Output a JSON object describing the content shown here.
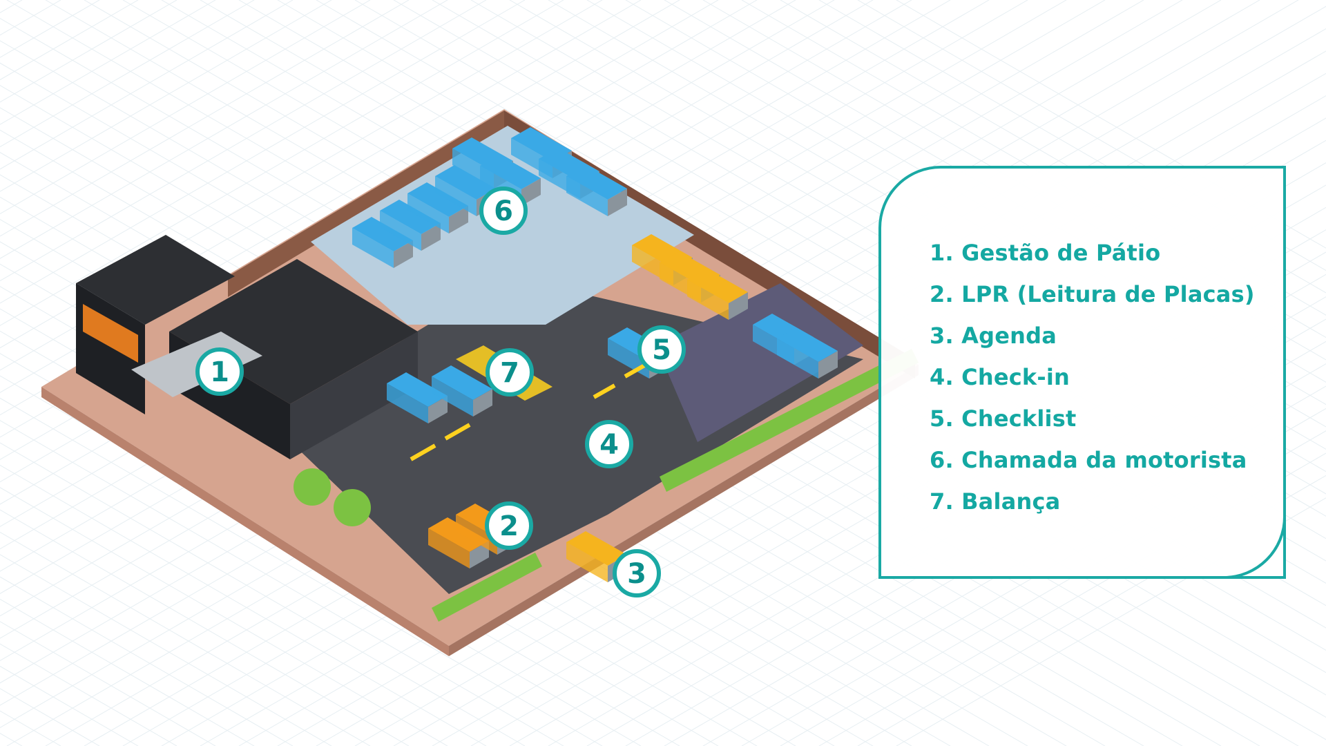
{
  "markers": [
    {
      "number": "1",
      "label": "Gestão de Pátio"
    },
    {
      "number": "2",
      "label": "LPR (Leitura de Placas)"
    },
    {
      "number": "3",
      "label": "Agenda"
    },
    {
      "number": "4",
      "label": "Check-in"
    },
    {
      "number": "5",
      "label": "Checklist"
    },
    {
      "number": "6",
      "label": "Chamada da motorista"
    },
    {
      "number": "7",
      "label": "Balança"
    }
  ],
  "legend": {
    "items": [
      "1. Gestão de Pátio",
      "2. LPR (Leitura de Placas)",
      "3. Agenda",
      "4. Check-in",
      "5. Checklist",
      "6. Chamada da motorista",
      "7. Balança"
    ]
  },
  "colors": {
    "accent": "#1aa9a4",
    "asphalt": "#4a4c52",
    "parking_blue": "#b9cfdf",
    "parking_purple": "#5d5b78",
    "fence": "#8a5a45",
    "ground": "#d6a48f",
    "truck_blue": "#3aa9e6",
    "truck_yellow": "#f5b41e",
    "truck_orange": "#f39a1a",
    "building_dark": "#2d2f33",
    "grass": "#7cc242",
    "road_mark": "#ffd21f"
  }
}
